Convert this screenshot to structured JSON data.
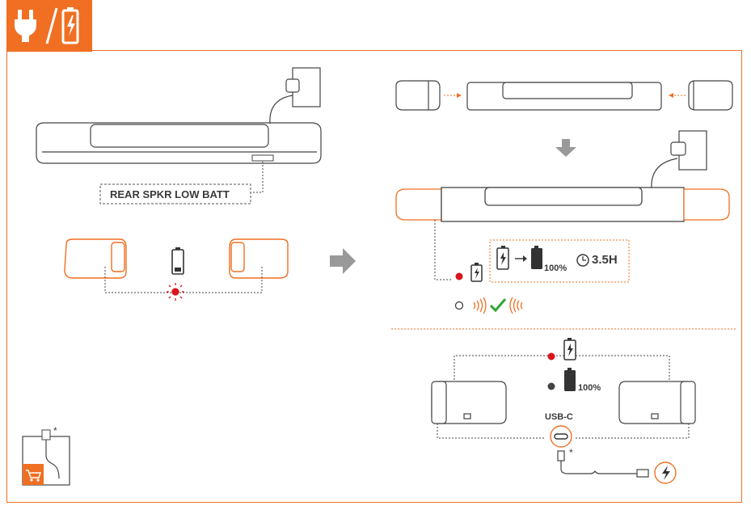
{
  "header": {
    "icons": [
      "plug-icon",
      "battery-charging-icon"
    ],
    "accent_color": "#f06f22"
  },
  "step1": {
    "warning_label": "REAR SPKR LOW BATT",
    "status_led": "red-blinking"
  },
  "step2": {
    "charge_to": "100%",
    "charge_time": "3.5H"
  },
  "step3": {
    "charged_level": "100%",
    "port_label": "USB-C"
  },
  "footnote_mark": "*",
  "colors": {
    "accent": "#f06f22",
    "led_red": "#d8141c",
    "ok_green": "#33a532",
    "line": "#444444"
  }
}
